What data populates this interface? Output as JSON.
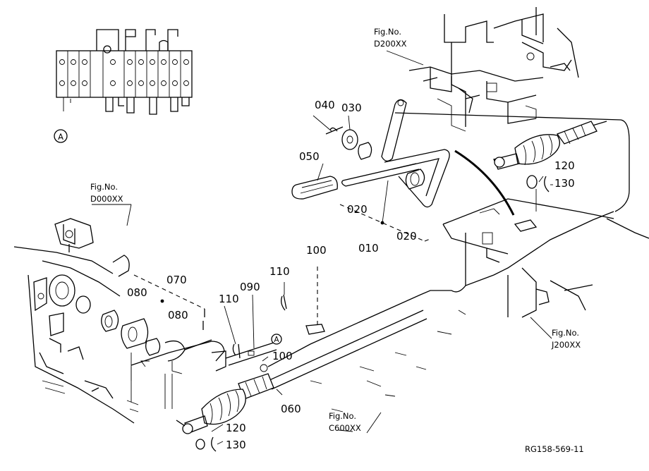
{
  "part_labels": {
    "p010": "010",
    "p020a": "020",
    "p020b": "020",
    "p030": "030",
    "p040": "040",
    "p050": "050",
    "p060": "060",
    "p070": "070",
    "p080a": "080",
    "p080b": "080",
    "p090": "090",
    "p100a": "100",
    "p100b": "100",
    "p110a": "110",
    "p110b": "110",
    "p120a": "120",
    "p120b": "120",
    "p130a": "130",
    "p130b": "130"
  },
  "figure_refs": {
    "d200": {
      "caption": "Fig.No.",
      "code": "D200XX"
    },
    "d000": {
      "caption": "Fig.No.",
      "code": "D000XX"
    },
    "j200": {
      "caption": "Fig.No.",
      "code": "J200XX"
    },
    "c600": {
      "caption": "Fig.No.",
      "code": "C600XX"
    }
  },
  "view_markers": {
    "detail": "A",
    "callout": "A"
  },
  "drawing_number": "RG158-569-11"
}
